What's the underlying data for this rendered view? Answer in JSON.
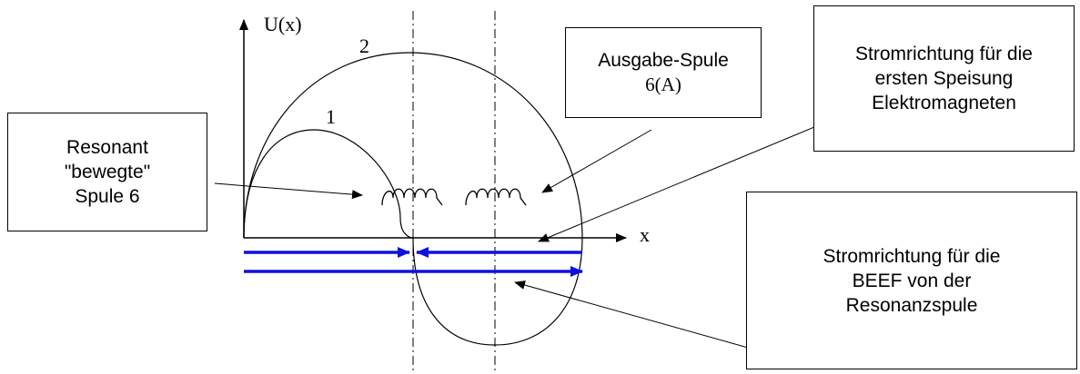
{
  "axis": {
    "y_label": "U(x)",
    "x_label": "x"
  },
  "curves": [
    {
      "label": "1"
    },
    {
      "label": "2"
    }
  ],
  "boxes": {
    "resonant": {
      "line1": "Resonant",
      "line2": "\"bewegte\"",
      "line3": "Spule 6"
    },
    "output": {
      "line1": "Ausgabe-Spule",
      "line2": "6(A)"
    },
    "first": {
      "line1": "Stromrichtung für die",
      "line2": "ersten Speisung",
      "line3": "Elektromagneten"
    },
    "beef": {
      "line1": "Stromrichtung für die",
      "line2": "BEEF von der",
      "line3": "Resonanzspule"
    }
  },
  "colors": {
    "current_arrows": "#1010e0",
    "lines": "#000000"
  }
}
